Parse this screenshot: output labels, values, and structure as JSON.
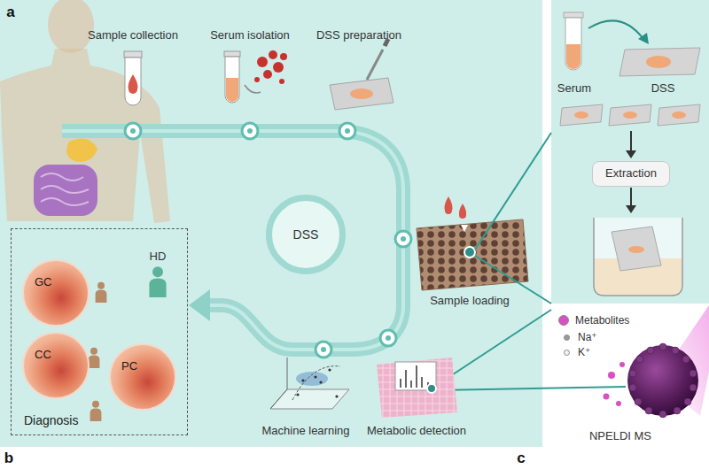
{
  "diagram": {
    "nodes": [
      {
        "text": [
          "DSS"
        ]
      },
      {
        "text": [
          "Diagnosis"
        ]
      },
      {
        "text": [
          "GC"
        ],
        "in": 1
      },
      {
        "text": [
          "CC"
        ],
        "in": 1
      },
      {
        "text": [
          "PC"
        ],
        "in": 1
      },
      {
        "text": [
          "Extraction"
        ]
      }
    ],
    "labels": [
      "a",
      "Sample collection",
      "Serum isolation",
      "DSS preparation",
      "Serum",
      "DSS",
      "Sample loading",
      "HD",
      "Machine learning",
      "Metabolic detection",
      "NPELDI MS",
      "b",
      "c"
    ],
    "legend": [
      {
        "text": "Metabolites",
        "color": "#d94fc4"
      },
      {
        "text": "Na⁺",
        "color": "#9a9a9a"
      },
      {
        "text": "K⁺",
        "color": "#f2f2f2"
      }
    ]
  }
}
